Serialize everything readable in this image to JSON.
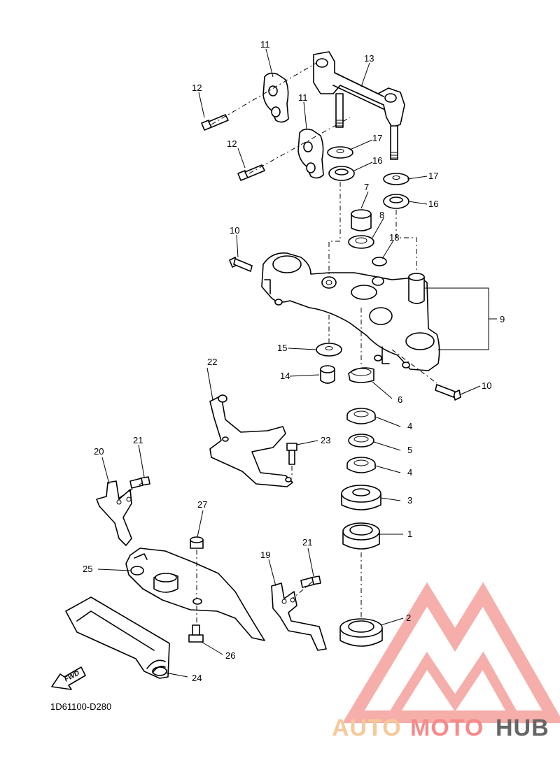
{
  "diagram": {
    "code": "1D61100-D280",
    "fwd_label": "FWD",
    "callouts": [
      "1",
      "2",
      "3",
      "4",
      "5",
      "6",
      "7",
      "8",
      "9",
      "10",
      "11",
      "12",
      "13",
      "14",
      "15",
      "16",
      "17",
      "18",
      "19",
      "20",
      "21",
      "22",
      "23",
      "24",
      "25",
      "26",
      "27"
    ]
  },
  "watermark": {
    "part1": "AUTO",
    "part2": "MOTO",
    "part3": "HUB",
    "colors": {
      "light": "#f7c99a",
      "mid": "#f58b8b",
      "dark": "#666666",
      "logo": "#f4a19c"
    }
  }
}
